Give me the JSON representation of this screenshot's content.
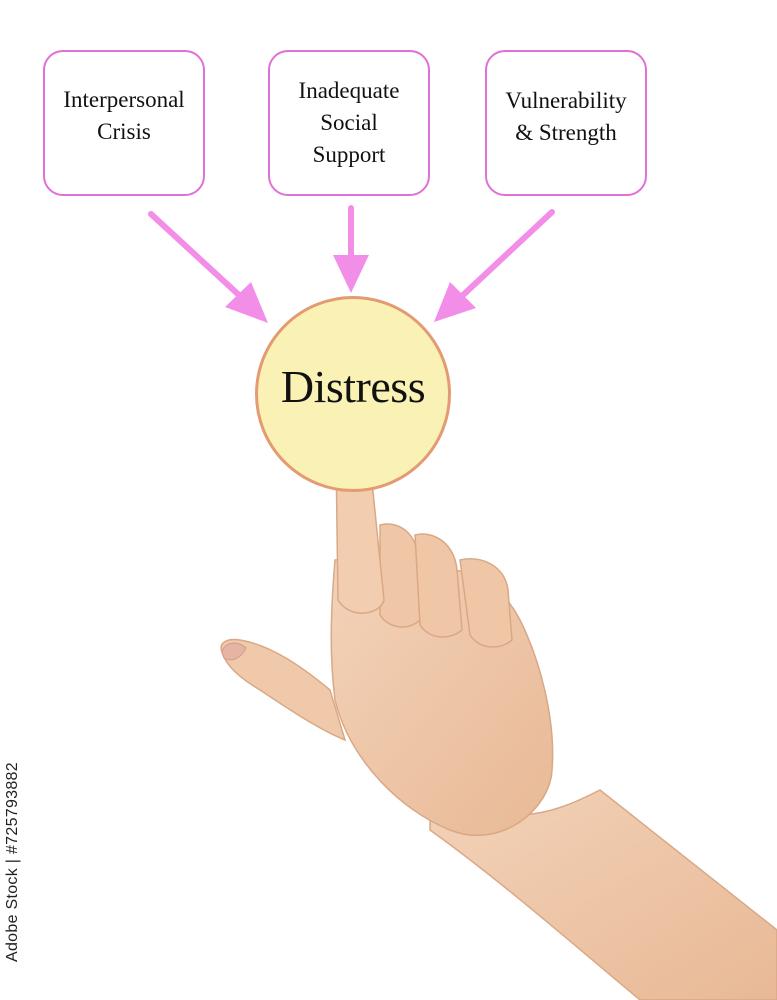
{
  "diagram": {
    "center": {
      "label": "Distress"
    },
    "causes": [
      {
        "label": "Interpersonal\nCrisis"
      },
      {
        "label": "Inadequate\nSocial\nSupport"
      },
      {
        "label": "Vulnerability\n& Strength"
      }
    ]
  },
  "watermark": {
    "stock_id": "Adobe Stock | #725793882"
  },
  "colors": {
    "box_border": "#e070d8",
    "arrow": "#f28ee8",
    "circle_fill": "#f9f2b4",
    "circle_border": "#e49a73",
    "skin": "#f0c7a8"
  }
}
